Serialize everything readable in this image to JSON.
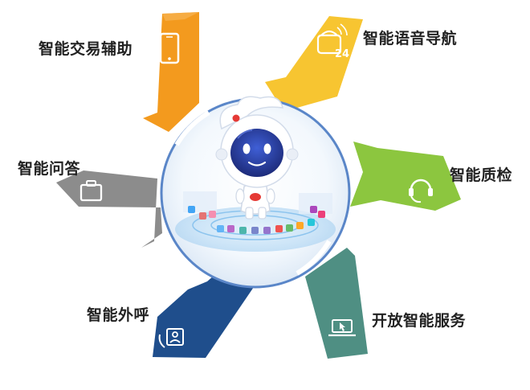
{
  "labels": {
    "trading": "智能交易辅助",
    "voice": "智能语音导航",
    "qa": "智能问答",
    "quality": "智能质检",
    "outbound": "智能外呼",
    "open_service": "开放智能服务"
  },
  "icon_badge_text": {
    "voice_24": "24"
  },
  "colors": {
    "trading": "#f39a1e",
    "voice": "#f7c531",
    "qa": "#8c8c8c",
    "quality": "#8cc63f",
    "outbound": "#1f4e8c",
    "open_service": "#4f8f83",
    "ring": "#5a86c8",
    "robot_face": "#2b3f9e",
    "robot_head": "#ffffff",
    "robot_accent": "#e53935"
  },
  "icons": {
    "trading": "smartphone-icon",
    "voice": "phone-24h-icon",
    "qa": "briefcase-icon",
    "quality": "headset-icon",
    "outbound": "call-contact-icon",
    "open_service": "laptop-cursor-icon",
    "center": "robot-mascot"
  }
}
